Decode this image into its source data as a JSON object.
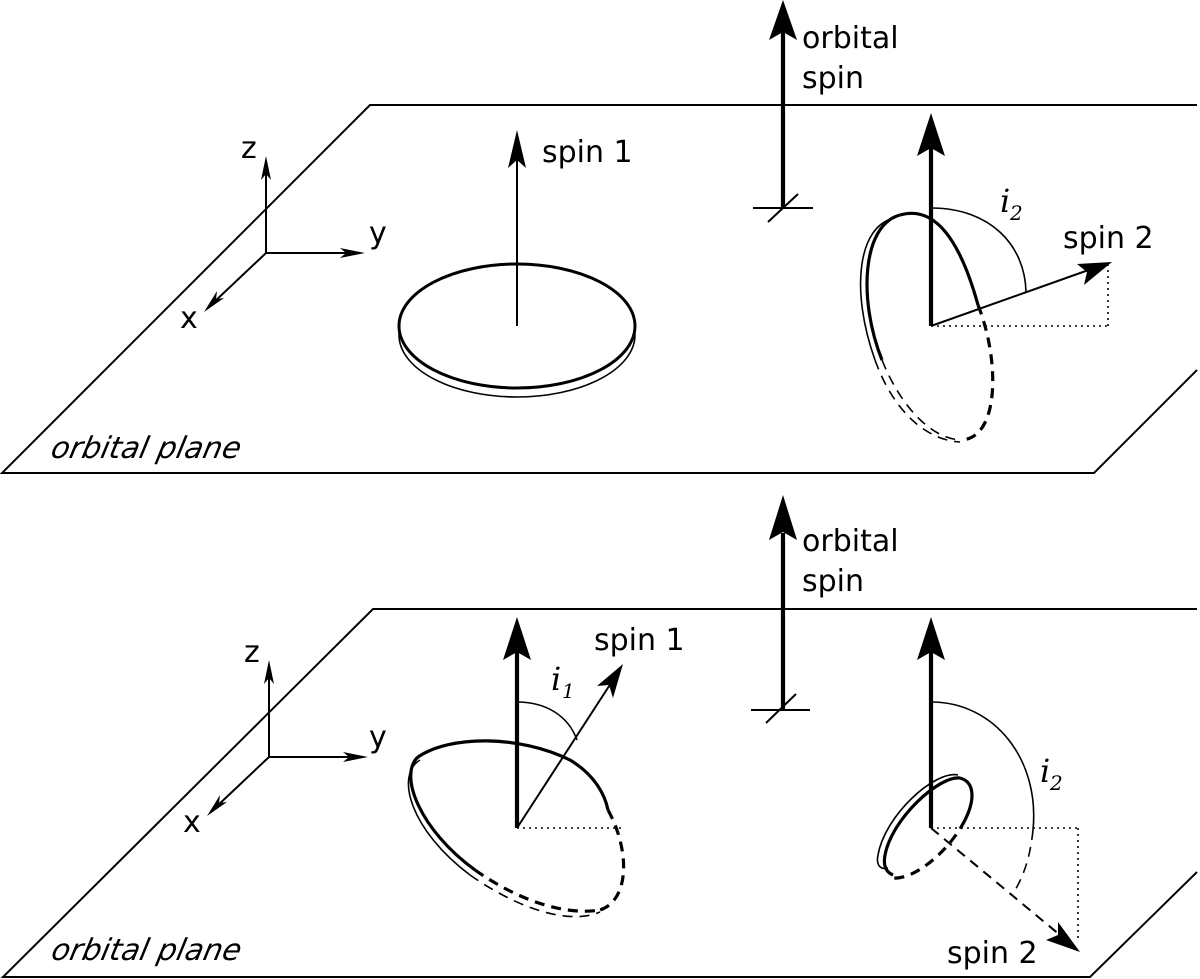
{
  "panels": [
    {
      "plane_label": "orbital plane",
      "orbital_spin_label": [
        "orbital",
        "spin"
      ],
      "axes": {
        "x": "x",
        "y": "y",
        "z": "z"
      },
      "spin1": {
        "label": "spin 1"
      },
      "spin2": {
        "label": "spin 2",
        "angle_symbol": "i",
        "angle_subscript": "2"
      }
    },
    {
      "plane_label": "orbital plane",
      "orbital_spin_label": [
        "orbital",
        "spin"
      ],
      "axes": {
        "x": "x",
        "y": "y",
        "z": "z"
      },
      "spin1": {
        "label": "spin 1",
        "angle_symbol": "i",
        "angle_subscript": "1"
      },
      "spin2": {
        "label": "spin 2",
        "angle_symbol": "i",
        "angle_subscript": "2"
      }
    }
  ]
}
